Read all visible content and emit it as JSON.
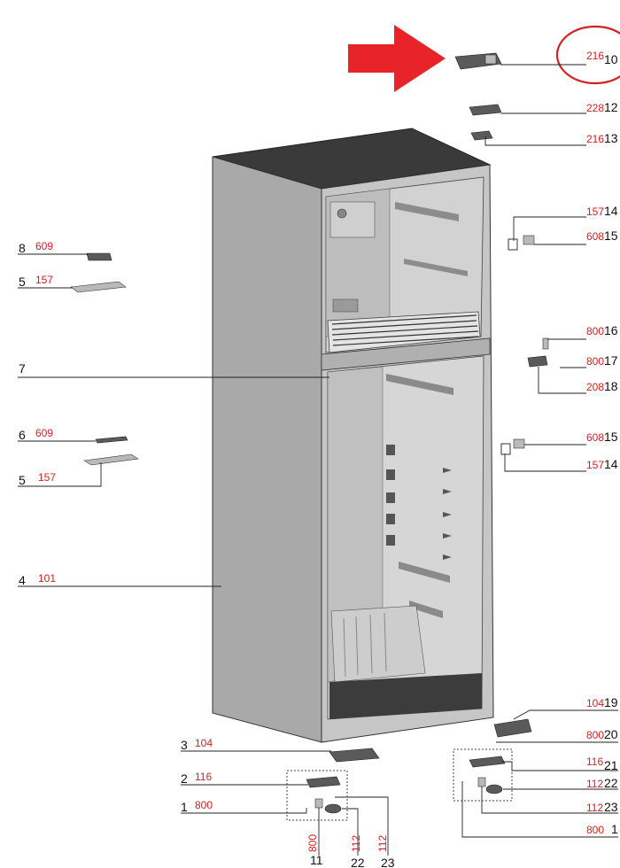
{
  "labels": {
    "l_216_10": {
      "code": "216",
      "num": "10"
    },
    "l_228_12": {
      "code": "228",
      "num": "12"
    },
    "l_216_13": {
      "code": "216",
      "num": "13"
    },
    "l_157_14a": {
      "code": "157",
      "num": "14"
    },
    "l_608_15a": {
      "code": "608",
      "num": "15"
    },
    "l_800_16": {
      "code": "800",
      "num": "16"
    },
    "l_800_17": {
      "code": "800",
      "num": "17"
    },
    "l_208_18": {
      "code": "208",
      "num": "18"
    },
    "l_608_15b": {
      "code": "608",
      "num": "15"
    },
    "l_157_14b": {
      "code": "157",
      "num": "14"
    },
    "l_104_19": {
      "code": "104",
      "num": "19"
    },
    "l_800_20": {
      "code": "800",
      "num": "20"
    },
    "l_116_21": {
      "code": "116",
      "num": "21"
    },
    "l_112_22": {
      "code": "112",
      "num": "22"
    },
    "l_112_23": {
      "code": "112",
      "num": "23"
    },
    "l_800_1r": {
      "code": "800",
      "num": "1"
    },
    "l_8": {
      "num": "8",
      "code": "609"
    },
    "l_5a": {
      "num": "5",
      "code": "157"
    },
    "l_7": {
      "num": "7"
    },
    "l_6": {
      "num": "6",
      "code": "609"
    },
    "l_5b": {
      "num": "5",
      "code": "157"
    },
    "l_4": {
      "num": "4",
      "code": "101"
    },
    "l_3": {
      "num": "3",
      "code": "104"
    },
    "l_2": {
      "num": "2",
      "code": "116"
    },
    "l_1": {
      "num": "1",
      "code": "800"
    },
    "b_11": {
      "num": "11",
      "code": "800"
    },
    "b_22": {
      "num": "22",
      "code": "112"
    },
    "b_23": {
      "num": "23",
      "code": "112"
    }
  },
  "colors": {
    "accent_red": "#e8232a",
    "label_red": "#d42020",
    "cabinet": "#a8a8a8"
  },
  "icons": {
    "highlight_arrow": "right-arrow-icon",
    "highlight_circle": "ellipse-highlight-icon"
  }
}
